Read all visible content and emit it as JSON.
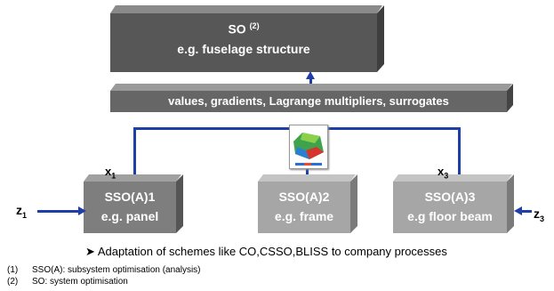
{
  "so_box": {
    "title": "SO",
    "superscript": "(2)",
    "subtitle": "e.g. fuselage structure"
  },
  "exchange_bar": {
    "text": "values, gradients, Lagrange multipliers, surrogates"
  },
  "subsystems": [
    {
      "title": "SSO(A)1",
      "subtitle": "e.g. panel",
      "input_label": "x",
      "input_sub": "1"
    },
    {
      "title": "SSO(A)2",
      "subtitle": "e.g. frame"
    },
    {
      "title": "SSO(A)3",
      "subtitle": "e.g floor beam",
      "input_label": "x",
      "input_sub": "3"
    }
  ],
  "z_inputs": [
    {
      "label": "z",
      "sub": "1"
    },
    {
      "label": "z",
      "sub": "3"
    }
  ],
  "bullet": {
    "symbol": "➤",
    "text": "Adaptation of schemes like CO,CSSO,BLISS to company processes"
  },
  "footnotes": [
    {
      "num": "(1)",
      "text": "SSO(A): subsystem optimisation (analysis)"
    },
    {
      "num": "(2)",
      "text": "SO: system optimisation"
    }
  ],
  "colors": {
    "dark_box": "#5a5a5a",
    "mid_box": "#808080",
    "light_box": "#a8a8a8",
    "line_blue": "#1f3fa8"
  }
}
